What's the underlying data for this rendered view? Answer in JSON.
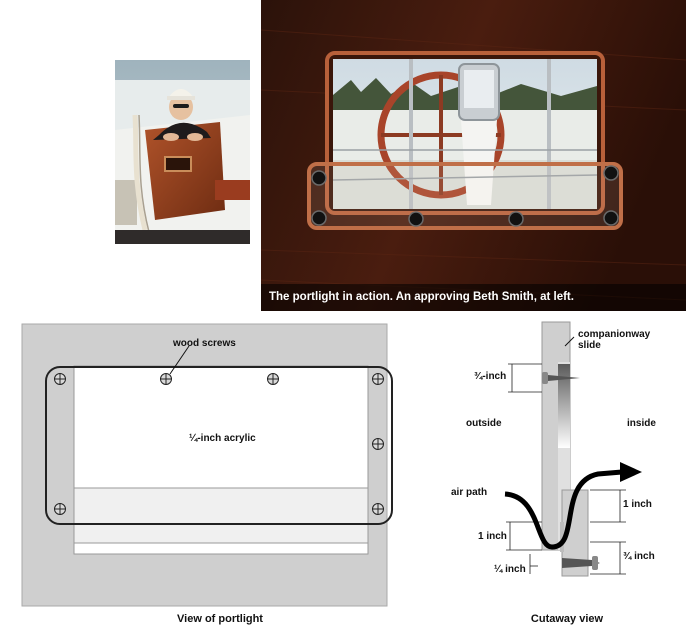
{
  "photo_caption": "The portlight in action. An approving Beth Smith, at left.",
  "front_view": {
    "caption": "View of portlight",
    "screws_label": "wood screws",
    "acrylic_label": "¼-inch acrylic"
  },
  "cutaway": {
    "caption": "Cutaway view",
    "slide_label_line1": "companionway",
    "slide_label_line2": "slide",
    "dim_top": "¾-inch",
    "outside_label": "outside",
    "inside_label": "inside",
    "air_path_label": "air path",
    "dim_right_1": "1 inch",
    "dim_left_1": "1 inch",
    "dim_right_2": "¾ inch",
    "dim_bottom": "¼ inch"
  },
  "colors": {
    "panel_gray": "#cfcfcf",
    "teak": "#8a3a1c",
    "dark_wood": "#3d1a0e"
  }
}
